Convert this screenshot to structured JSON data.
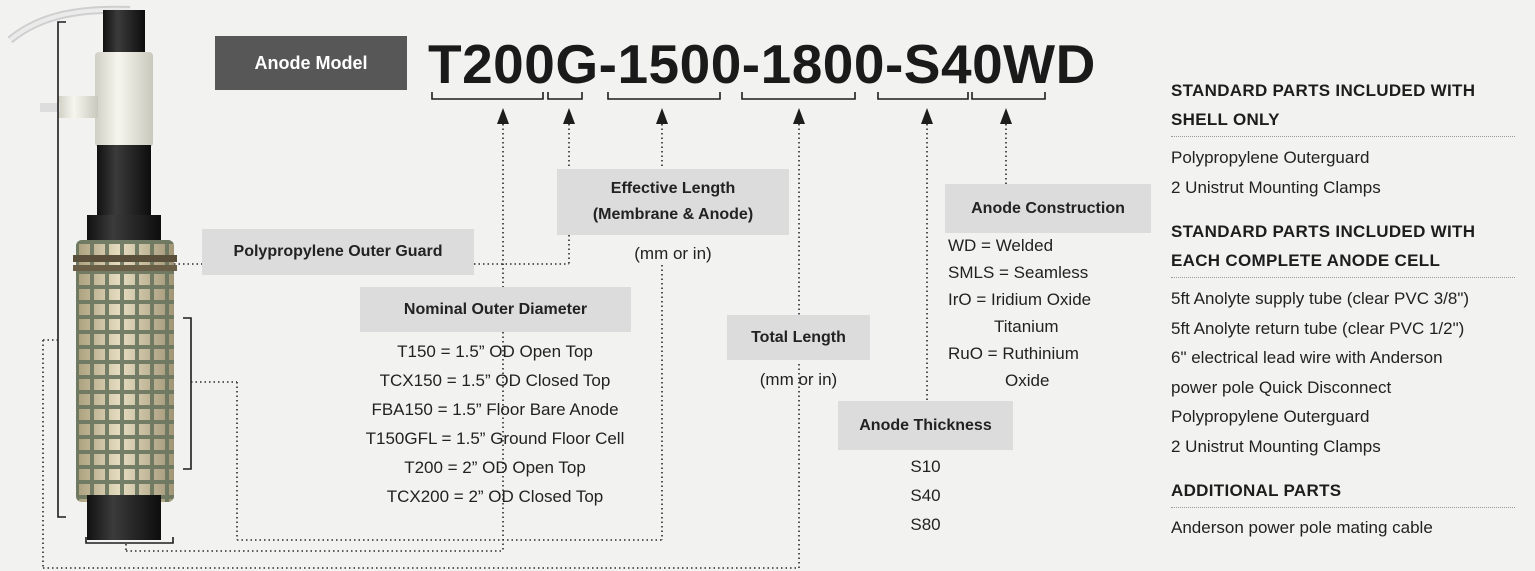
{
  "model": {
    "label": "Anode Model",
    "code": "T200G-1500-1800-S40WD"
  },
  "callouts": {
    "outer_guard": {
      "title": "Polypropylene Outer Guard"
    },
    "effective_length": {
      "title_line1": "Effective Length",
      "title_line2": "(Membrane & Anode)",
      "unit": "(mm or in)"
    },
    "nominal_diameter": {
      "title": "Nominal Outer Diameter",
      "options": [
        "T150 = 1.5” OD Open Top",
        "TCX150 = 1.5” OD Closed Top",
        "FBA150 = 1.5” Floor Bare Anode",
        "T150GFL = 1.5” Ground Floor Cell",
        "T200 = 2” OD Open Top",
        "TCX200 = 2” OD Closed Top"
      ]
    },
    "total_length": {
      "title": "Total Length",
      "unit": "(mm or in)"
    },
    "anode_construction": {
      "title": "Anode Construction",
      "options": [
        "WD = Welded",
        "SMLS = Seamless",
        "IrO = Iridium Oxide",
        "Titanium",
        "RuO = Ruthinium",
        "Oxide"
      ]
    },
    "anode_thickness": {
      "title": "Anode Thickness",
      "options": [
        "S10",
        "S40",
        "S80"
      ]
    }
  },
  "sidebar": {
    "sections": [
      {
        "heading_line1": "STANDARD PARTS INCLUDED WITH",
        "heading_line2": "SHELL ONLY",
        "items": [
          "Polypropylene Outerguard",
          "2 Unistrut Mounting Clamps"
        ]
      },
      {
        "heading_line1": "STANDARD PARTS INCLUDED WITH",
        "heading_line2": "EACH COMPLETE ANODE CELL",
        "items": [
          "5ft Anolyte supply tube (clear PVC 3/8\")",
          "5ft Anolyte return tube (clear PVC 1/2\")",
          "6\" electrical lead wire with Anderson",
          "power pole Quick Disconnect",
          "Polypropylene Outerguard",
          "2 Unistrut Mounting Clamps"
        ]
      },
      {
        "heading_line1": "ADDITIONAL PARTS",
        "items": [
          "Anderson power pole mating cable"
        ]
      }
    ]
  },
  "colors": {
    "background": "#f2f2f1",
    "label_box": "#575757",
    "callout_box": "#dcdcdc",
    "text": "#1d1d1d"
  }
}
